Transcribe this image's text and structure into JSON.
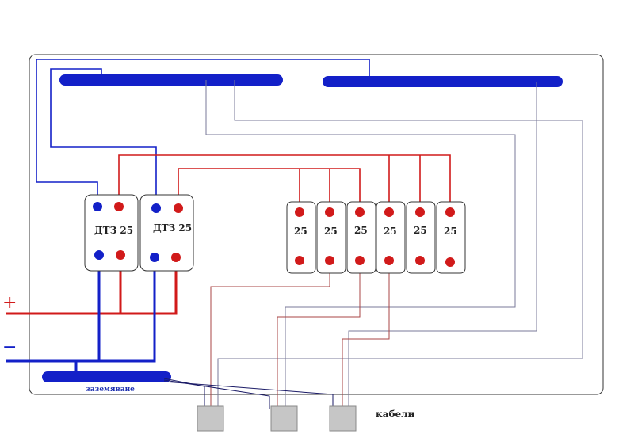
{
  "labels": {
    "rcd_1": "ДТЗ 25",
    "rcd_2": "ДТЗ 25",
    "breaker_1": "25",
    "breaker_2": "25",
    "breaker_3": "25",
    "breaker_4": "25",
    "breaker_5": "25",
    "breaker_6": "25",
    "grounding": "заземяване",
    "cables": "кабели",
    "plus": "+",
    "minus": "−"
  },
  "colors": {
    "phase": "#d11a1a",
    "neutral": "#1320c8",
    "cable": "#7a7a99",
    "terminal_box": "#c6c6c6",
    "panel_border": "#333333"
  }
}
